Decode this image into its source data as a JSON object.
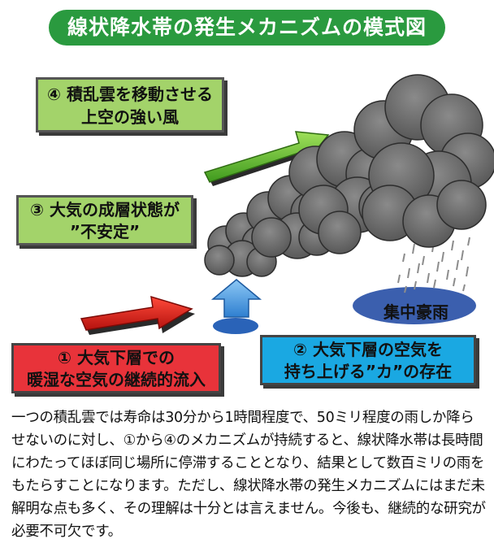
{
  "title": "線状降水帯の発生メカニズムの模式図",
  "labels": {
    "item4": {
      "line1": "④ 積乱雲を移動させる",
      "line2": "上空の強い風"
    },
    "item3": {
      "line1": "③ 大気の成層状態が",
      "line2": "”不安定”"
    },
    "item1": {
      "line1": "① 大気下層での",
      "line2": "暖湿な空気の継続的流入"
    },
    "item2": {
      "line1": "② 大気下層の空気を",
      "line2": "持ち上げる”カ”の存在"
    },
    "rain": "集中豪雨"
  },
  "caption": "一つの積乱雲では寿命は30分から1時間程度で、50ミリ程度の雨しか降らせないのに対し、①から④のメカニズムが持続すると、線状降水帯は長時間にわたってほぼ同じ場所に停滞することとなり、結果として数百ミリの雨をもたらすことになります。ただし、線状降水帯の発生メカニズムにはまだ未解明な点も多く、その理解は十分とは言えません。今後も、継続的な研究が必要不可欠です。",
  "colors": {
    "title_bg": "#2a9a3f",
    "green_box": "#a3d36a",
    "red_box": "#e8333a",
    "blue_box": "#1aa8e2",
    "cloud": "#6f6f6f",
    "rain_ellipse": "#3b5fae"
  },
  "icons": [
    "green-arrow-icon",
    "red-arrow-icon",
    "blue-up-arrow-icon",
    "cloud-icon",
    "rain-streaks-icon"
  ]
}
